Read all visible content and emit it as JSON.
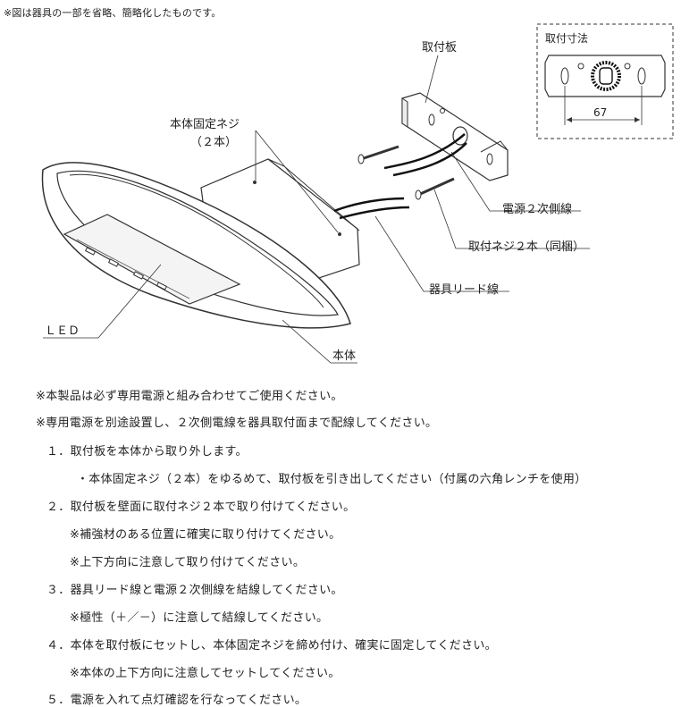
{
  "top_note": "※図は器具の一部を省略、簡略化したものです。",
  "labels": {
    "mount_plate": "取付板",
    "mount_dim_title": "取付寸法",
    "dimension": "67",
    "body_fix_screw": "本体固定ネジ",
    "body_fix_screw_count": "（２本）",
    "secondary_wire": "電源２次側線",
    "mount_screw": "取付ネジ２本（同梱）",
    "lead_wire": "器具リード線",
    "led": "ＬＥＤ",
    "body": "本体"
  },
  "instructions": [
    {
      "text": "※本製品は必ず専用電源と組み合わせてご使用ください。"
    },
    {
      "text": "※専用電源を別途設置し、２次側電線を器具取付面まで配線してください。"
    },
    {
      "text": "１．取付板を本体から取り外します。"
    },
    {
      "text": "・本体固定ネジ（２本）をゆるめて、取付板を引き出してください（付属の六角レンチを使用）"
    },
    {
      "text": "２．取付板を壁面に取付ネジ２本で取り付けてください。"
    },
    {
      "text": "※補強材のある位置に確実に取り付けてください。"
    },
    {
      "text": "※上下方向に注意して取り付けてください。"
    },
    {
      "text": "３．器具リード線と電源２次側線を結線してください。"
    },
    {
      "text": "※極性（＋／－）に注意して結線してください。"
    },
    {
      "text": "４．本体を取付板にセットし、本体固定ネジを締め付け、確実に固定してください。"
    },
    {
      "text": "※本体の上下方向に注意してセットしてください。"
    },
    {
      "text": "５．電源を入れて点灯確認を行なってください。"
    }
  ]
}
